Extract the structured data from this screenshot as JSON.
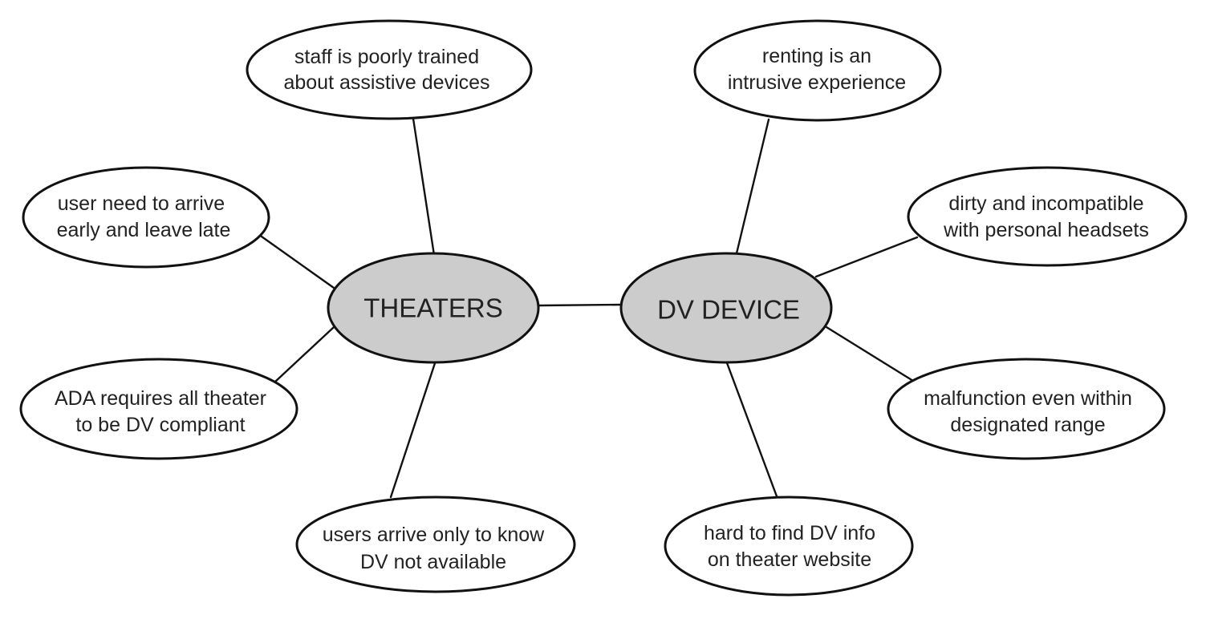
{
  "diagram": {
    "type": "mind-map",
    "hubs": {
      "theaters": {
        "label": "THEATERS"
      },
      "dv_device": {
        "label": "DV DEVICE"
      }
    },
    "theaters_issues": {
      "staff": {
        "line1": "staff is poorly trained",
        "line2": "about assistive devices"
      },
      "arrive_early": {
        "line1": "user need to arrive",
        "line2": "early and leave late"
      },
      "ada": {
        "line1": "ADA requires all theater",
        "line2": "to be DV compliant"
      },
      "not_available": {
        "line1": "users arrive only to know",
        "line2": "DV not available"
      }
    },
    "device_issues": {
      "renting": {
        "line1": "renting is an",
        "line2": "intrusive experience"
      },
      "dirty": {
        "line1": "dirty and incompatible",
        "line2": "with personal headsets"
      },
      "malfunction": {
        "line1": "malfunction even within",
        "line2": "designated range"
      },
      "hard_to_find": {
        "line1": "hard to find DV info",
        "line2": "on theater website"
      }
    },
    "colors": {
      "hub_fill": "#cccccc",
      "leaf_fill": "#ffffff",
      "stroke": "#111111",
      "text": "#222222"
    }
  }
}
